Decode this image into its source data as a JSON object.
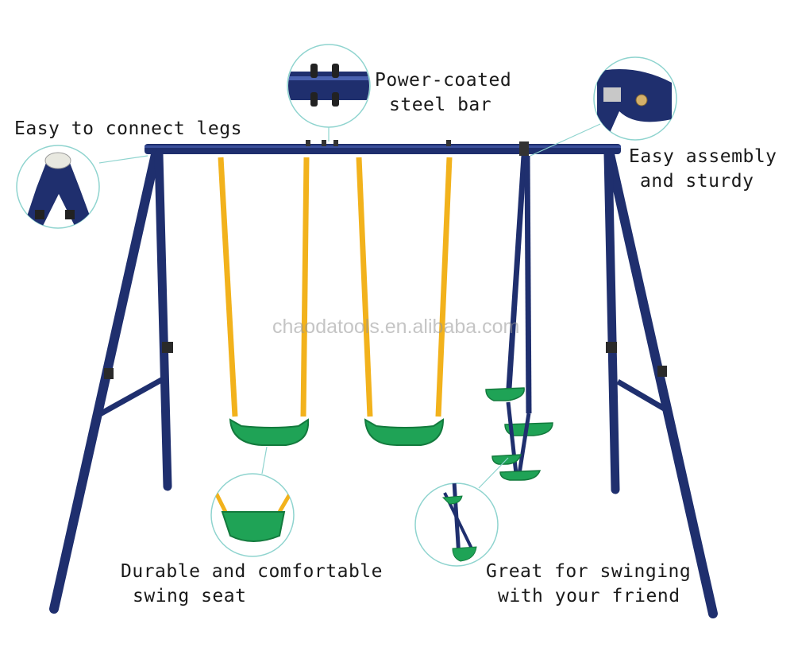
{
  "callouts": {
    "bar": {
      "line1": "Power-coated",
      "line2": "steel bar"
    },
    "legs": {
      "line1": "Easy to connect legs"
    },
    "assembly": {
      "line1": "Easy assembly",
      "line2": "and sturdy"
    },
    "seat": {
      "line1": "Durable and comfortable",
      "line2": "swing seat"
    },
    "glider": {
      "line1": "Great for swinging",
      "line2": "with your friend"
    }
  },
  "watermark": "chaodatools.en.alibaba.com",
  "colors": {
    "frame": "#1f2f6e",
    "frame_highlight": "#3a4f9a",
    "rope": "#f2b21c",
    "seat": "#1fa356",
    "seat_dark": "#137a3d",
    "callout_ring": "#8fd4cf"
  }
}
